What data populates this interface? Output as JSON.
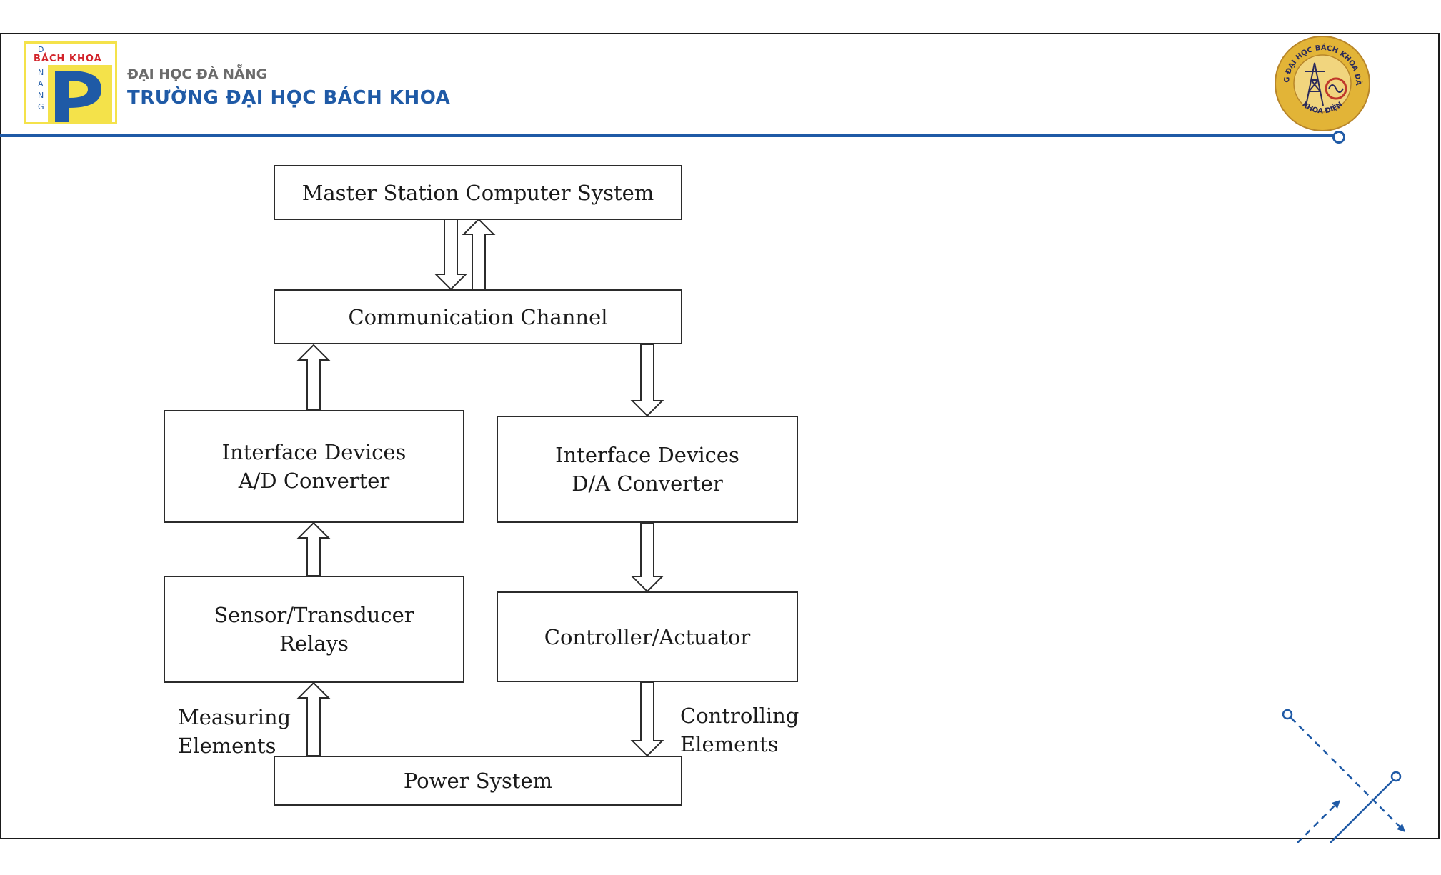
{
  "header": {
    "logo_text": "BÁCH KHOA",
    "logo_vertical_letters": [
      "D",
      "N",
      "A",
      "N",
      "G"
    ],
    "university_sub": "ĐẠI HỌC ĐÀ NẴNG",
    "university_main": "TRƯỜNG ĐẠI HỌC BÁCH KHOA",
    "seal_text_top": "TRƯỜNG ĐẠI HỌC BÁCH KHOA ĐÀ NẴNG",
    "seal_text_bottom": "KHOA ĐIỆN"
  },
  "colors": {
    "brand_blue": "#1f5aa6",
    "logo_yellow": "#f4e24a",
    "logo_red": "#d2232a",
    "seal_gold": "#e2b437",
    "line_dark": "#2b2b2b"
  },
  "diagram": {
    "boxes": {
      "master": "Master Station Computer System",
      "comm": "Communication Channel",
      "interface_ad_line1": "Interface Devices",
      "interface_ad_line2": "A/D Converter",
      "interface_da_line1": "Interface Devices",
      "interface_da_line2": "D/A Converter",
      "sensor_line1": "Sensor/Transducer",
      "sensor_line2": "Relays",
      "controller": "Controller/Actuator",
      "power": "Power System"
    },
    "labels": {
      "measuring_line1": "Measuring",
      "measuring_line2": "Elements",
      "controlling_line1": "Controlling",
      "controlling_line2": "Elements"
    }
  }
}
